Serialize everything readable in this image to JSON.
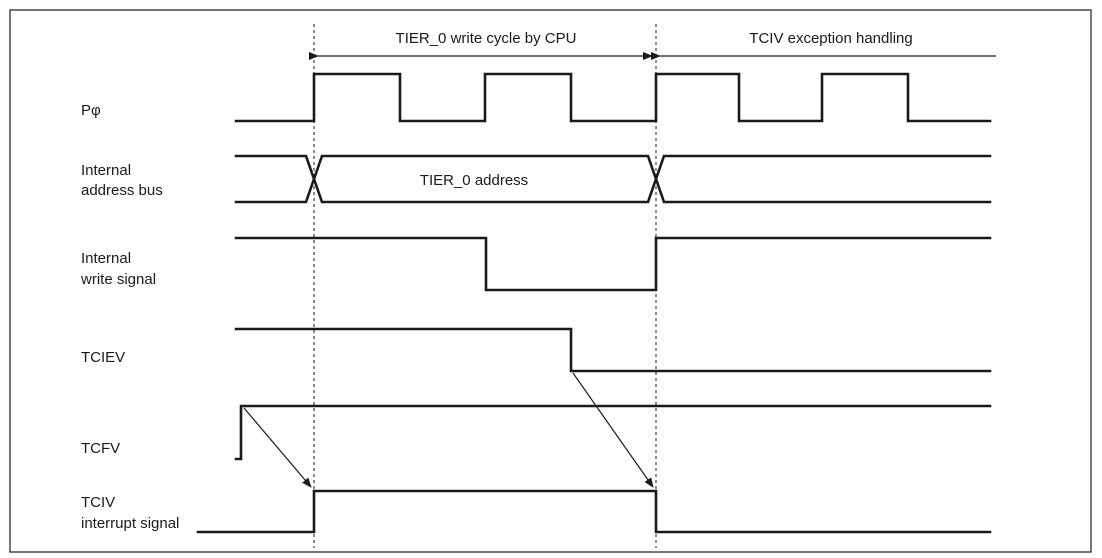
{
  "phases": {
    "write_cycle": "TIER_0 write cycle by CPU",
    "exception": "TCIV exception handling"
  },
  "signals": {
    "clock": "Pφ",
    "address_bus_line1": "Internal",
    "address_bus_line2": "address bus",
    "address_value": "TIER_0 address",
    "write_signal_line1": "Internal",
    "write_signal_line2": "write signal",
    "tciev": "TCIEV",
    "tcfv": "TCFV",
    "tciv_line1": "TCIV",
    "tciv_line2": "interrupt signal"
  }
}
